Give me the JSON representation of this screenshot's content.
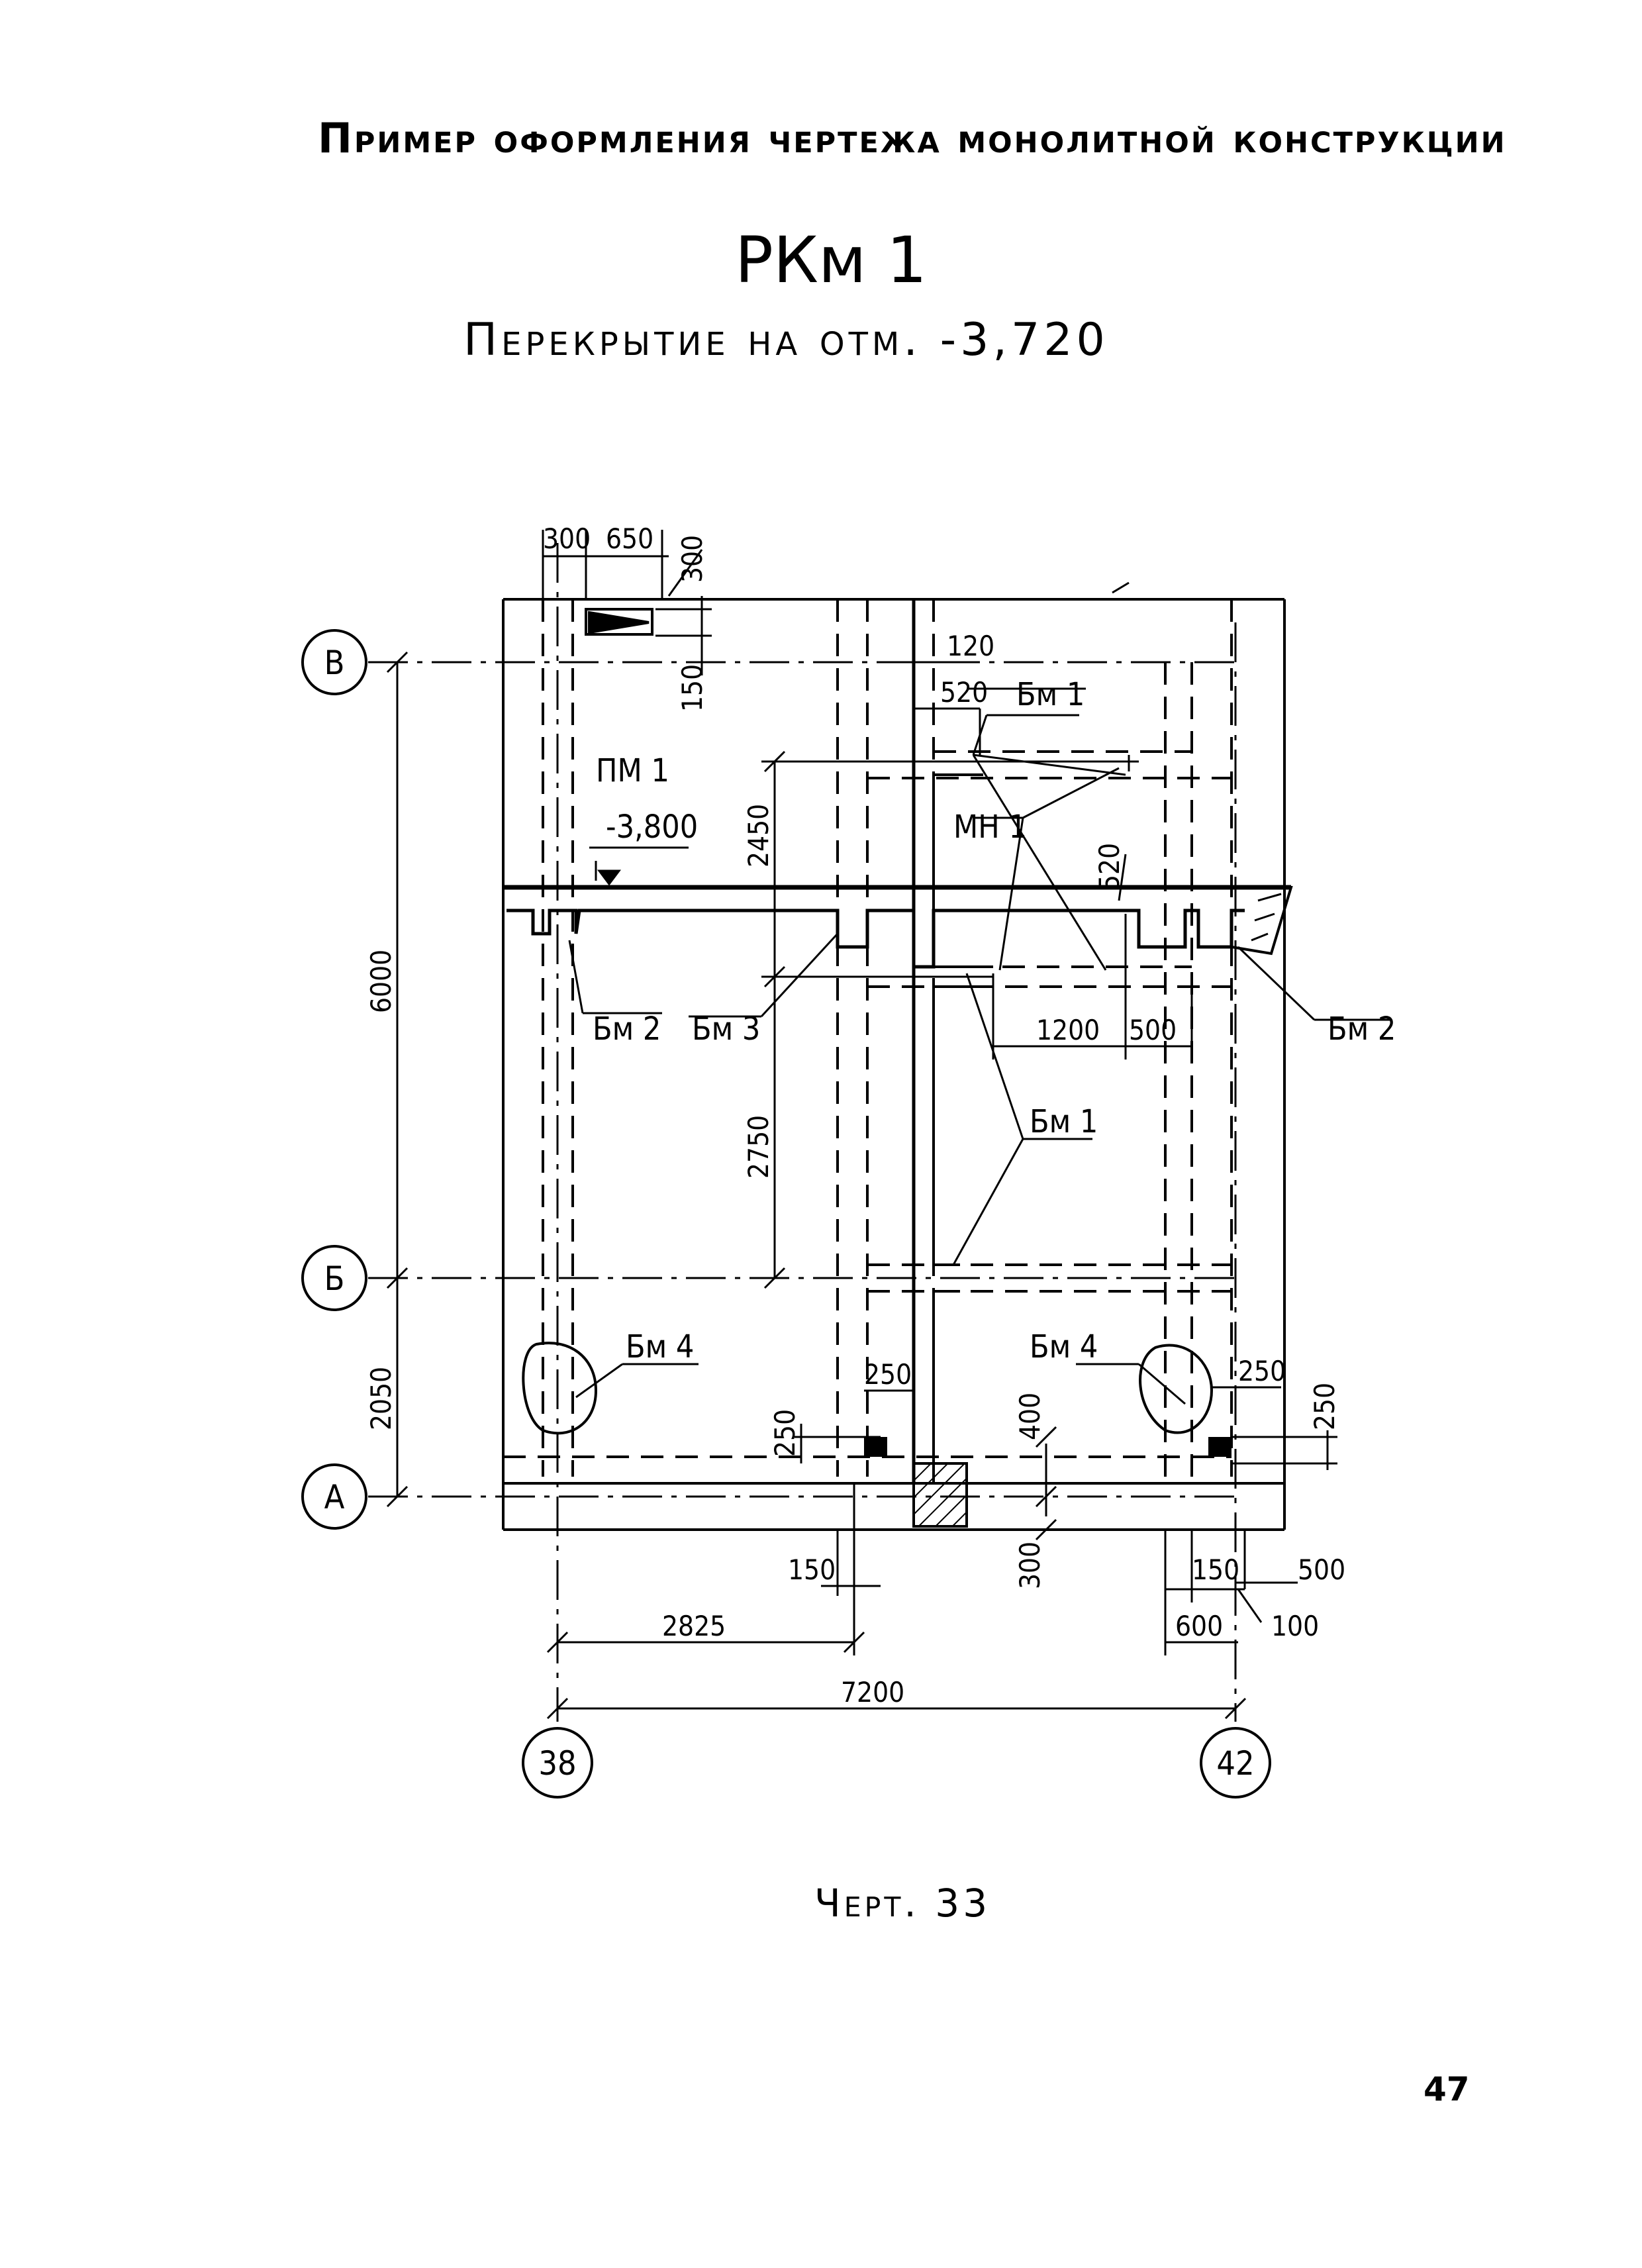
{
  "title": "Пример оформления чертежа монолитной конструкции",
  "sheet_code": "РКм 1",
  "subtitle": "Перекрытие на отм. -3,720",
  "caption": "Черт. 33",
  "page_number": "47",
  "axes": {
    "rows": [
      "В",
      "Б",
      "А"
    ],
    "columns": [
      "38",
      "42"
    ]
  },
  "elements": {
    "pm1": "ПМ 1",
    "level": "-3,800",
    "bm1_top": "Бм 1",
    "mn1": "МН 1",
    "bm2_left": "Бм 2",
    "bm3": "Бм 3",
    "bm2_right": "Бм 2",
    "bm1_mid": "Бм 1",
    "bm4_left": "Бм 4",
    "bm4_right": "Бм 4"
  },
  "dimensions": {
    "d300_top": "300",
    "d650": "650",
    "d300_vert": "300",
    "d150_vert": "150",
    "d120": "120",
    "d520_top": "520",
    "d2450": "2450",
    "d520_vert": "520",
    "d1200": "1200",
    "d500_mid": "500",
    "d6000": "6000",
    "d2750": "2750",
    "d2050": "2050",
    "d250_a": "250",
    "d250_b": "250",
    "d400": "400",
    "d250_c": "250",
    "d250_d": "250",
    "d150_left": "150",
    "d300_bottom": "300",
    "d150_right": "150",
    "d500_right": "500",
    "d600": "600",
    "d100": "100",
    "d2825": "2825",
    "d7200": "7200"
  }
}
